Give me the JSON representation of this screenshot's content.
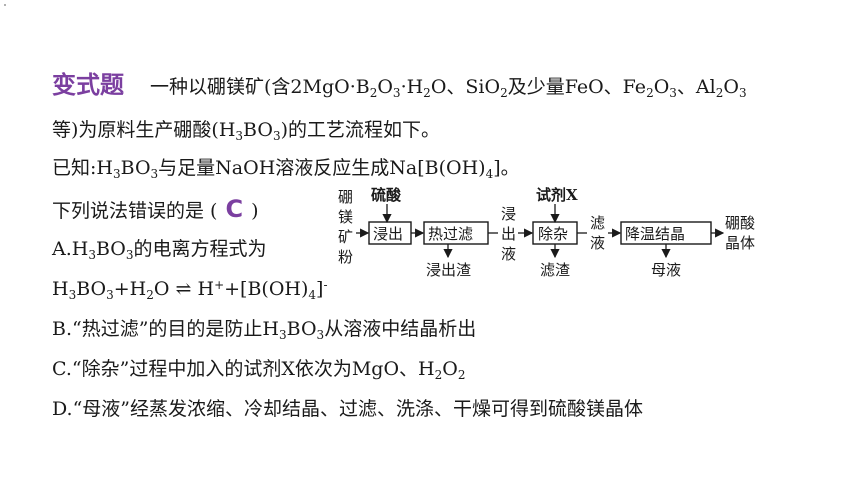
{
  "question": {
    "tag": "变式题",
    "l1a": "一种以硼镁矿(含2MgO·B",
    "l1b": "2",
    "l1c": "O",
    "l1d": "3",
    "l1e": "·H",
    "l1f": "2",
    "l1g": "O、SiO",
    "l1h": "2",
    "l1i": "及少量FeO、Fe",
    "l1j": "2",
    "l1k": "O",
    "l1l": "3",
    "l1m": "、Al",
    "l1n": "2",
    "l1o": "O",
    "l1p": "3",
    "l2a": "等)为原料生产硼酸(H",
    "l2b": "3",
    "l2c": "BO",
    "l2d": "3",
    "l2e": ")的工艺流程如下。",
    "l3a": "已知:H",
    "l3b": "3",
    "l3c": "BO",
    "l3d": "3",
    "l3e": "与足量NaOH溶液反应生成Na[B(OH)",
    "l3f": "4",
    "l3g": "]。",
    "l4a": "下列说法错误的是 (",
    "answer": "C",
    "l4b": ")"
  },
  "options": {
    "a1a": "A.H",
    "a1b": "3",
    "a1c": "BO",
    "a1d": "3",
    "a1e": "的电离方程式为",
    "a2a": "H",
    "a2b": "3",
    "a2c": "BO",
    "a2d": "3",
    "a2e": "+H",
    "a2f": "2",
    "a2g": "O ⇌ H",
    "a2h": "+",
    "a2i": "+[B(OH)",
    "a2j": "4",
    "a2k": "]",
    "a2l": "-",
    "ba": "B.“热过滤”的目的是防止H",
    "bb": "3",
    "bc": "BO",
    "bd": "3",
    "be": "从溶液中结晶析出",
    "ca": "C.“除杂”过程中加入的试剂X依次为MgO、H",
    "cb": "2",
    "cc": "O",
    "cd": "2",
    "d": "D.“母液”经蒸发浓缩、冷却结晶、过滤、洗涤、干燥可得到硫酸镁晶体"
  },
  "flow": {
    "raw": [
      "硼",
      "镁",
      "矿",
      "粉"
    ],
    "acid": "硫酸",
    "step1": "浸出",
    "step2": "热过滤",
    "leach": [
      "浸",
      "出",
      "液"
    ],
    "reagent": "试剂X",
    "step3": "除杂",
    "filtrate": [
      "滤",
      "液"
    ],
    "step4": "降温结晶",
    "product": [
      "硼酸",
      "晶体"
    ],
    "out1": "浸出渣",
    "out2": "滤渣",
    "out3": "母液"
  }
}
